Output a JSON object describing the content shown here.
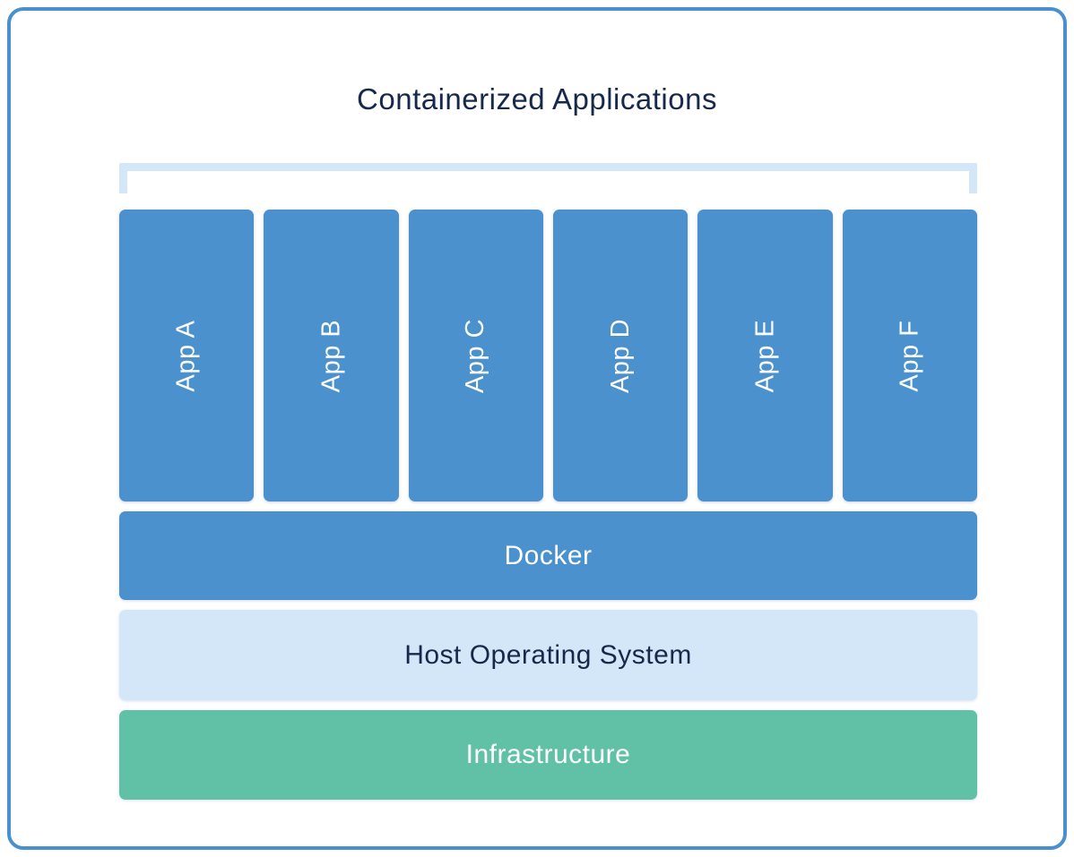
{
  "diagram": {
    "title": "Containerized Applications",
    "apps": [
      "App A",
      "App B",
      "App C",
      "App D",
      "App E",
      "App F"
    ],
    "layers": {
      "docker": "Docker",
      "host_os": "Host Operating System",
      "infrastructure": "Infrastructure"
    },
    "colors": {
      "frame_blue": "#4a90ce",
      "app_blue": "#4a91ce",
      "light_blue": "#d3e7f9",
      "green": "#61c1a6",
      "navy": "#17294b",
      "white_text": "#ffffff"
    }
  }
}
